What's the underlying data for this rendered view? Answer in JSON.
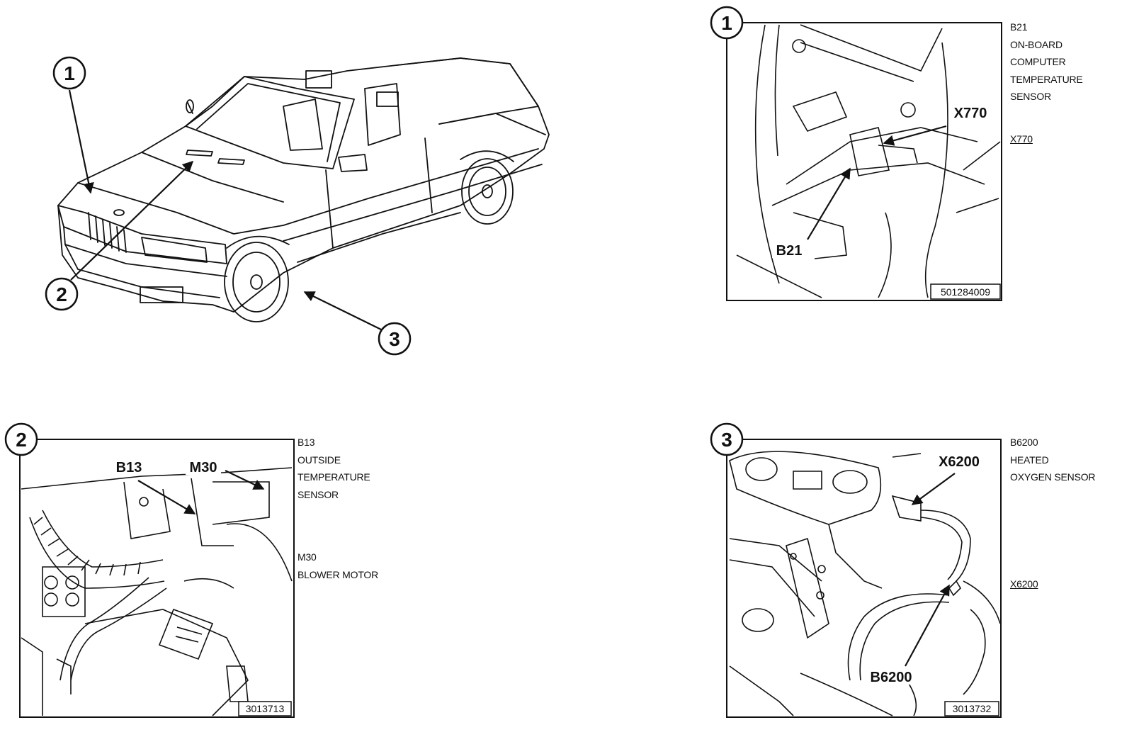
{
  "overview": {
    "callouts": [
      "1",
      "2",
      "3"
    ]
  },
  "panel1": {
    "number": "1",
    "labels": {
      "connector": "X770",
      "sensor": "B21"
    },
    "figure_id": "501284009",
    "caption": {
      "code": "B21",
      "lines": [
        "ON-BOARD",
        "COMPUTER",
        "TEMPERATURE",
        "SENSOR"
      ],
      "connector": "X770"
    }
  },
  "panel2": {
    "number": "2",
    "labels": {
      "sensor": "B13",
      "motor": "M30"
    },
    "figure_id": "3013713",
    "caption": {
      "code": "B13",
      "lines": [
        "OUTSIDE",
        "TEMPERATURE",
        "SENSOR"
      ],
      "code2": "M30",
      "lines2": [
        "BLOWER MOTOR"
      ]
    }
  },
  "panel3": {
    "number": "3",
    "labels": {
      "connector": "X6200",
      "sensor": "B6200"
    },
    "figure_id": "3013732",
    "caption": {
      "code": "B6200",
      "lines": [
        "HEATED",
        "OXYGEN SENSOR"
      ],
      "connector": "X6200"
    }
  }
}
